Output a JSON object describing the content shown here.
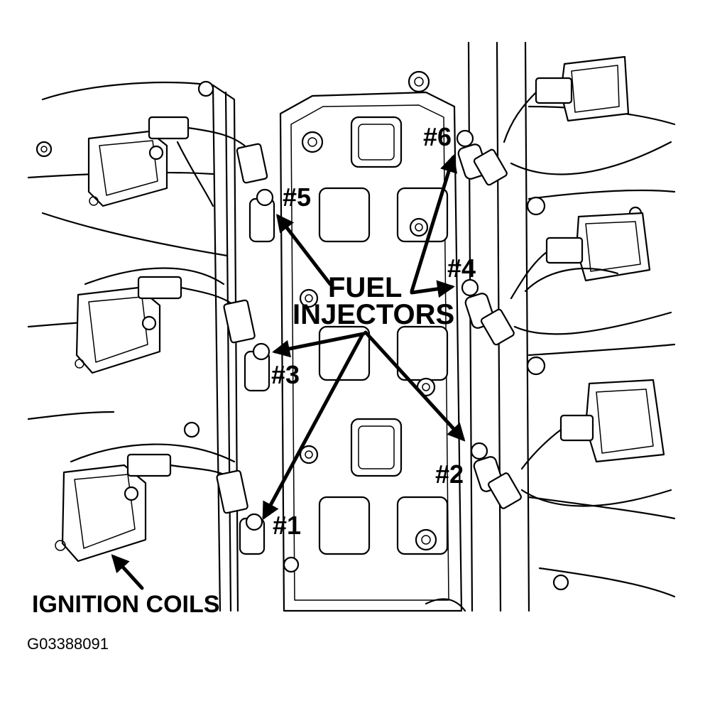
{
  "labels": {
    "fuel_injectors_line1": "FUEL",
    "fuel_injectors_line2": "INJECTORS",
    "ignition_coils": "IGNITION COILS",
    "figure_id": "G03388091"
  },
  "injectors": [
    {
      "id": "1",
      "label": "#1"
    },
    {
      "id": "2",
      "label": "#2"
    },
    {
      "id": "3",
      "label": "#3"
    },
    {
      "id": "4",
      "label": "#4"
    },
    {
      "id": "5",
      "label": "#5"
    },
    {
      "id": "6",
      "label": "#6"
    }
  ]
}
